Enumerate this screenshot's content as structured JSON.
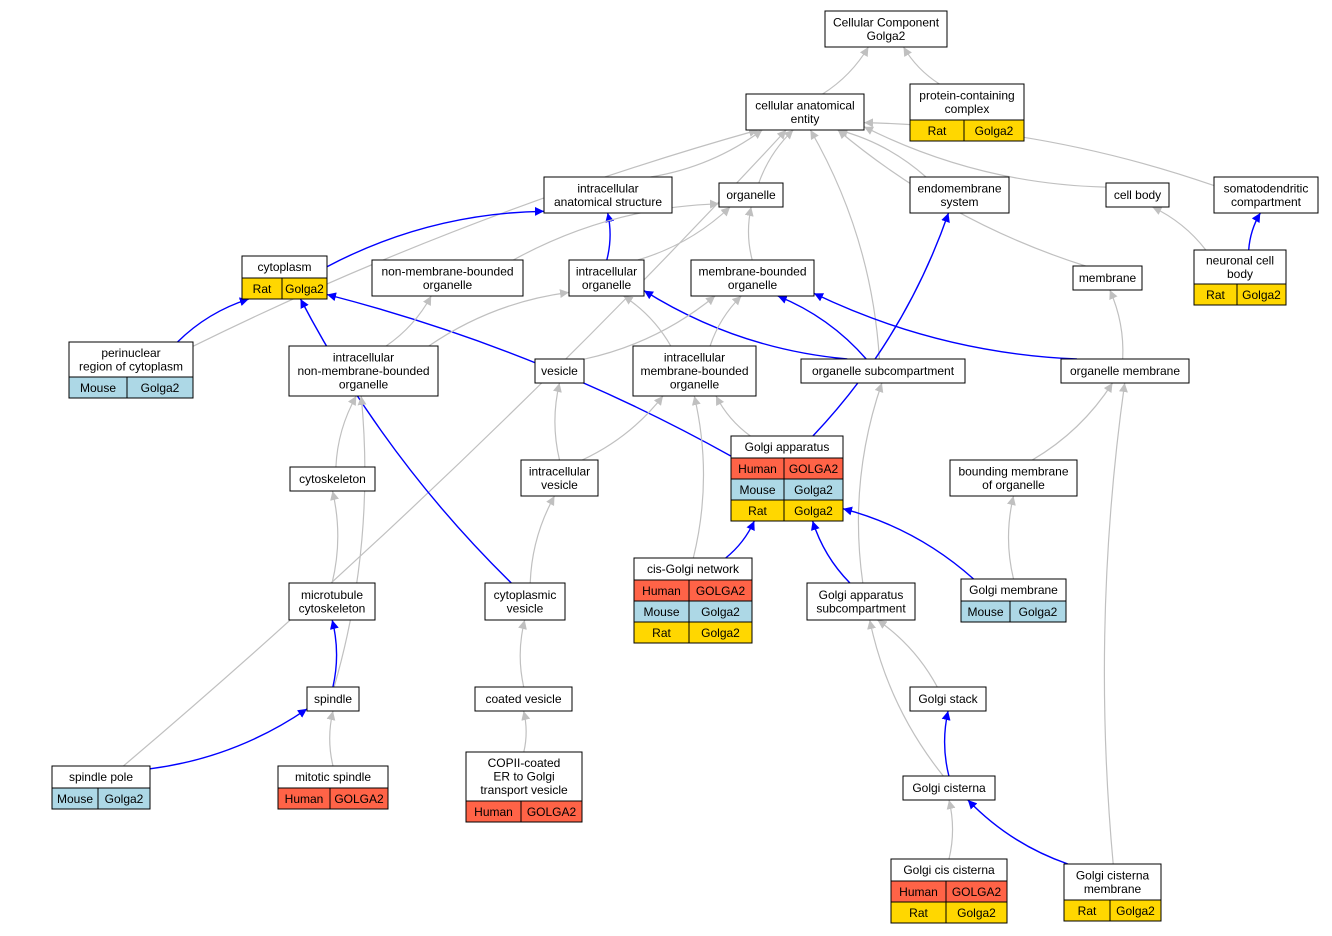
{
  "colors": {
    "human": "#FF6347",
    "mouse": "#ADD8E6",
    "rat": "#FFD700",
    "is_a_edge": "#C0C0C0",
    "part_of_edge": "#0000FF"
  },
  "nodes": [
    {
      "id": "cc_root",
      "label": [
        "Cellular Component",
        "Golga2"
      ],
      "annotations": []
    },
    {
      "id": "cae",
      "label": [
        "cellular anatomical",
        "entity"
      ],
      "annotations": []
    },
    {
      "id": "pcc",
      "label": [
        "protein-containing",
        "complex"
      ],
      "annotations": [
        {
          "species": "Rat",
          "gene": "Golga2"
        }
      ]
    },
    {
      "id": "ias",
      "label": [
        "intracellular",
        "anatomical structure"
      ],
      "annotations": []
    },
    {
      "id": "organelle",
      "label": [
        "organelle"
      ],
      "annotations": []
    },
    {
      "id": "endomem",
      "label": [
        "endomembrane",
        "system"
      ],
      "annotations": []
    },
    {
      "id": "cellbody",
      "label": [
        "cell body"
      ],
      "annotations": []
    },
    {
      "id": "somato",
      "label": [
        "somatodendritic",
        "compartment"
      ],
      "annotations": []
    },
    {
      "id": "cytoplasm",
      "label": [
        "cytoplasm"
      ],
      "annotations": [
        {
          "species": "Rat",
          "gene": "Golga2"
        }
      ]
    },
    {
      "id": "nmbo",
      "label": [
        "non-membrane-bounded",
        "organelle"
      ],
      "annotations": []
    },
    {
      "id": "io",
      "label": [
        "intracellular",
        "organelle"
      ],
      "annotations": []
    },
    {
      "id": "mbo",
      "label": [
        "membrane-bounded",
        "organelle"
      ],
      "annotations": []
    },
    {
      "id": "neuronal",
      "label": [
        "neuronal cell",
        "body"
      ],
      "annotations": [
        {
          "species": "Rat",
          "gene": "Golga2"
        }
      ]
    },
    {
      "id": "membrane",
      "label": [
        "membrane"
      ],
      "annotations": []
    },
    {
      "id": "perinuc",
      "label": [
        "perinuclear",
        "region of cytoplasm"
      ],
      "annotations": [
        {
          "species": "Mouse",
          "gene": "Golga2"
        }
      ]
    },
    {
      "id": "inmbo",
      "label": [
        "intracellular",
        "non-membrane-bounded",
        "organelle"
      ],
      "annotations": []
    },
    {
      "id": "vesicle",
      "label": [
        "vesicle"
      ],
      "annotations": []
    },
    {
      "id": "imbo",
      "label": [
        "intracellular",
        "membrane-bounded",
        "organelle"
      ],
      "annotations": []
    },
    {
      "id": "osub",
      "label": [
        "organelle subcompartment"
      ],
      "annotations": []
    },
    {
      "id": "omem",
      "label": [
        "organelle membrane"
      ],
      "annotations": []
    },
    {
      "id": "golgi",
      "label": [
        "Golgi apparatus"
      ],
      "annotations": [
        {
          "species": "Human",
          "gene": "GOLGA2"
        },
        {
          "species": "Mouse",
          "gene": "Golga2"
        },
        {
          "species": "Rat",
          "gene": "Golga2"
        }
      ]
    },
    {
      "id": "cytoskel",
      "label": [
        "cytoskeleton"
      ],
      "annotations": []
    },
    {
      "id": "iv",
      "label": [
        "intracellular",
        "vesicle"
      ],
      "annotations": []
    },
    {
      "id": "bmo",
      "label": [
        "bounding membrane",
        "of organelle"
      ],
      "annotations": []
    },
    {
      "id": "cgn",
      "label": [
        "cis-Golgi network"
      ],
      "annotations": [
        {
          "species": "Human",
          "gene": "GOLGA2"
        },
        {
          "species": "Mouse",
          "gene": "Golga2"
        },
        {
          "species": "Rat",
          "gene": "Golga2"
        }
      ]
    },
    {
      "id": "mtc",
      "label": [
        "microtubule",
        "cytoskeleton"
      ],
      "annotations": []
    },
    {
      "id": "cv",
      "label": [
        "cytoplasmic",
        "vesicle"
      ],
      "annotations": []
    },
    {
      "id": "gas",
      "label": [
        "Golgi apparatus",
        "subcompartment"
      ],
      "annotations": []
    },
    {
      "id": "gmem",
      "label": [
        "Golgi membrane"
      ],
      "annotations": [
        {
          "species": "Mouse",
          "gene": "Golga2"
        }
      ]
    },
    {
      "id": "spindle",
      "label": [
        "spindle"
      ],
      "annotations": []
    },
    {
      "id": "coated",
      "label": [
        "coated vesicle"
      ],
      "annotations": []
    },
    {
      "id": "gstack",
      "label": [
        "Golgi stack"
      ],
      "annotations": []
    },
    {
      "id": "spole",
      "label": [
        "spindle pole"
      ],
      "annotations": [
        {
          "species": "Mouse",
          "gene": "Golga2"
        }
      ]
    },
    {
      "id": "mitotic",
      "label": [
        "mitotic spindle"
      ],
      "annotations": [
        {
          "species": "Human",
          "gene": "GOLGA2"
        }
      ]
    },
    {
      "id": "copii",
      "label": [
        "COPII-coated",
        "ER to Golgi",
        "transport vesicle"
      ],
      "annotations": [
        {
          "species": "Human",
          "gene": "GOLGA2"
        }
      ]
    },
    {
      "id": "gcist",
      "label": [
        "Golgi cisterna"
      ],
      "annotations": []
    },
    {
      "id": "gciscist",
      "label": [
        "Golgi cis cisterna"
      ],
      "annotations": [
        {
          "species": "Human",
          "gene": "GOLGA2"
        },
        {
          "species": "Rat",
          "gene": "Golga2"
        }
      ]
    },
    {
      "id": "gcmem",
      "label": [
        "Golgi cisterna",
        "membrane"
      ],
      "annotations": [
        {
          "species": "Rat",
          "gene": "Golga2"
        }
      ]
    }
  ],
  "edges": [
    {
      "from": "cae",
      "to": "cc_root",
      "type": "is_a"
    },
    {
      "from": "pcc",
      "to": "cc_root",
      "type": "is_a"
    },
    {
      "from": "ias",
      "to": "cae",
      "type": "is_a"
    },
    {
      "from": "organelle",
      "to": "cae",
      "type": "is_a"
    },
    {
      "from": "endomem",
      "to": "cae",
      "type": "is_a"
    },
    {
      "from": "cellbody",
      "to": "cae",
      "type": "is_a"
    },
    {
      "from": "somato",
      "to": "cae",
      "type": "is_a"
    },
    {
      "from": "membrane",
      "to": "cae",
      "type": "is_a"
    },
    {
      "from": "osub",
      "to": "cae",
      "type": "is_a"
    },
    {
      "from": "perinuc",
      "to": "cae",
      "type": "is_a"
    },
    {
      "from": "spole",
      "to": "cae",
      "type": "is_a"
    },
    {
      "from": "cytoplasm",
      "to": "ias",
      "type": "part_of"
    },
    {
      "from": "io",
      "to": "ias",
      "type": "part_of"
    },
    {
      "from": "nmbo",
      "to": "organelle",
      "type": "is_a"
    },
    {
      "from": "io",
      "to": "organelle",
      "type": "is_a"
    },
    {
      "from": "mbo",
      "to": "organelle",
      "type": "is_a"
    },
    {
      "from": "neuronal",
      "to": "cellbody",
      "type": "is_a"
    },
    {
      "from": "neuronal",
      "to": "somato",
      "type": "part_of"
    },
    {
      "from": "omem",
      "to": "membrane",
      "type": "is_a"
    },
    {
      "from": "perinuc",
      "to": "cytoplasm",
      "type": "part_of"
    },
    {
      "from": "golgi",
      "to": "cytoplasm",
      "type": "part_of"
    },
    {
      "from": "cv",
      "to": "cytoplasm",
      "type": "part_of"
    },
    {
      "from": "inmbo",
      "to": "nmbo",
      "type": "is_a"
    },
    {
      "from": "inmbo",
      "to": "io",
      "type": "is_a"
    },
    {
      "from": "imbo",
      "to": "io",
      "type": "is_a"
    },
    {
      "from": "osub",
      "to": "io",
      "type": "part_of"
    },
    {
      "from": "vesicle",
      "to": "mbo",
      "type": "is_a"
    },
    {
      "from": "imbo",
      "to": "mbo",
      "type": "is_a"
    },
    {
      "from": "osub",
      "to": "mbo",
      "type": "part_of"
    },
    {
      "from": "omem",
      "to": "mbo",
      "type": "part_of"
    },
    {
      "from": "golgi",
      "to": "endomem",
      "type": "part_of"
    },
    {
      "from": "cytoskel",
      "to": "inmbo",
      "type": "is_a"
    },
    {
      "from": "spindle",
      "to": "inmbo",
      "type": "is_a"
    },
    {
      "from": "iv",
      "to": "vesicle",
      "type": "is_a"
    },
    {
      "from": "iv",
      "to": "imbo",
      "type": "is_a"
    },
    {
      "from": "golgi",
      "to": "imbo",
      "type": "is_a"
    },
    {
      "from": "cgn",
      "to": "imbo",
      "type": "is_a"
    },
    {
      "from": "gas",
      "to": "osub",
      "type": "is_a"
    },
    {
      "from": "bmo",
      "to": "omem",
      "type": "is_a"
    },
    {
      "from": "gcmem",
      "to": "omem",
      "type": "is_a"
    },
    {
      "from": "mtc",
      "to": "cytoskel",
      "type": "is_a"
    },
    {
      "from": "cv",
      "to": "iv",
      "type": "is_a"
    },
    {
      "from": "cgn",
      "to": "golgi",
      "type": "part_of"
    },
    {
      "from": "gas",
      "to": "golgi",
      "type": "part_of"
    },
    {
      "from": "gmem",
      "to": "golgi",
      "type": "part_of"
    },
    {
      "from": "gmem",
      "to": "bmo",
      "type": "is_a"
    },
    {
      "from": "spindle",
      "to": "mtc",
      "type": "part_of"
    },
    {
      "from": "coated",
      "to": "cv",
      "type": "is_a"
    },
    {
      "from": "gstack",
      "to": "gas",
      "type": "is_a"
    },
    {
      "from": "gcist",
      "to": "gas",
      "type": "is_a"
    },
    {
      "from": "spole",
      "to": "spindle",
      "type": "part_of"
    },
    {
      "from": "mitotic",
      "to": "spindle",
      "type": "is_a"
    },
    {
      "from": "copii",
      "to": "coated",
      "type": "is_a"
    },
    {
      "from": "gcist",
      "to": "gstack",
      "type": "part_of"
    },
    {
      "from": "gciscist",
      "to": "gcist",
      "type": "is_a"
    },
    {
      "from": "gcmem",
      "to": "gcist",
      "type": "part_of"
    }
  ]
}
